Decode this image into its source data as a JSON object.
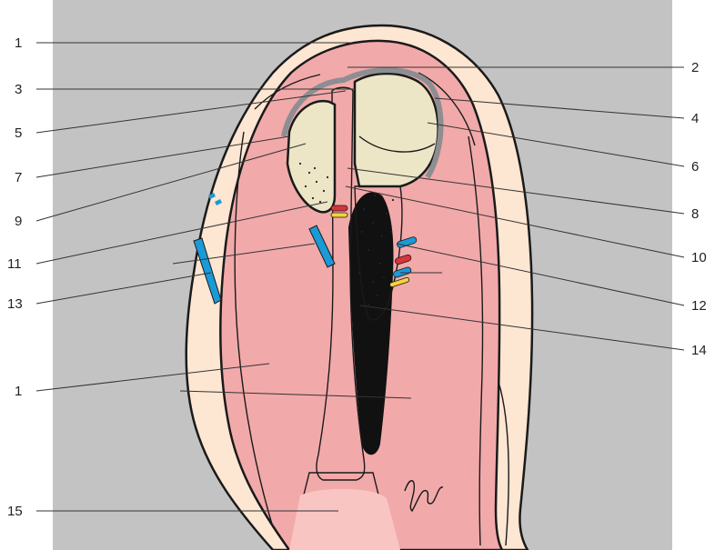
{
  "labels": {
    "l1_top": "1",
    "l2": "2",
    "l3": "3",
    "l4": "4",
    "l5": "5",
    "l6": "6",
    "l7": "7",
    "l8": "8",
    "l9": "9",
    "l10": "10",
    "l11": "11",
    "l12": "12",
    "l13": "13",
    "l14": "14",
    "l1_bottom": "1",
    "l15": "15"
  },
  "colors": {
    "background_gray": "#c3c3c4",
    "skin": "#fde6d2",
    "muscle": "#f2a9aa",
    "bone": "#ece6c7",
    "cartilage_gray": "#a9aaad",
    "vein_blue": "#1a9ad6",
    "artery_red": "#d8343b",
    "nerve_yellow": "#f4d23a",
    "marrow_dark": "#111111"
  }
}
